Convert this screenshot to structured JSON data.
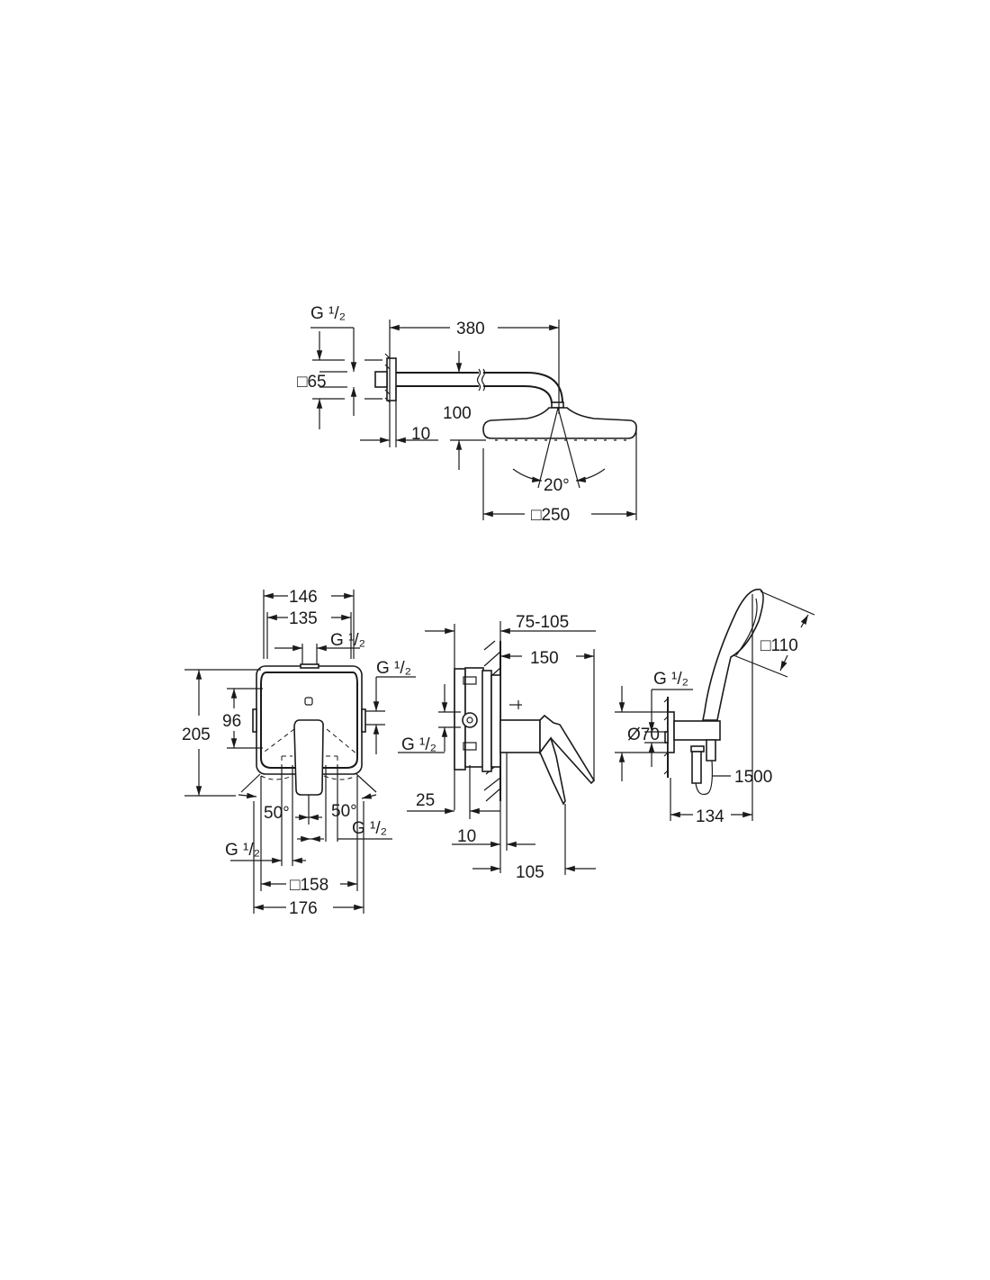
{
  "drawings": {
    "overhead_shower": {
      "thread": "G ¹/₂",
      "flange": "□65",
      "arm_length": "380",
      "arm_height": "100",
      "wall_offset": "10",
      "tilt_angle": "20°",
      "head_size": "□250"
    },
    "valve_front": {
      "width_outer": "146",
      "width_inner": "135",
      "thread_top": "G ¹/₂",
      "thread_right": "G ¹/₂",
      "height_inner": "96",
      "height_outer": "205",
      "angle_left": "50°",
      "angle_right": "50°",
      "thread_bottom_right": "G ¹/₂",
      "thread_bottom_left": "G ¹/₂",
      "plate_size": "□158",
      "width_total": "176"
    },
    "valve_side": {
      "install_depth": "75-105",
      "lever_reach": "150",
      "thread": "G ¹/₂",
      "depth_25": "25",
      "depth_10": "10",
      "depth_105": "105"
    },
    "hand_shower": {
      "head_size": "□110",
      "thread": "G ¹/₂",
      "flange_diameter": "Ø70",
      "hose_length": "1500",
      "projection": "134"
    }
  }
}
